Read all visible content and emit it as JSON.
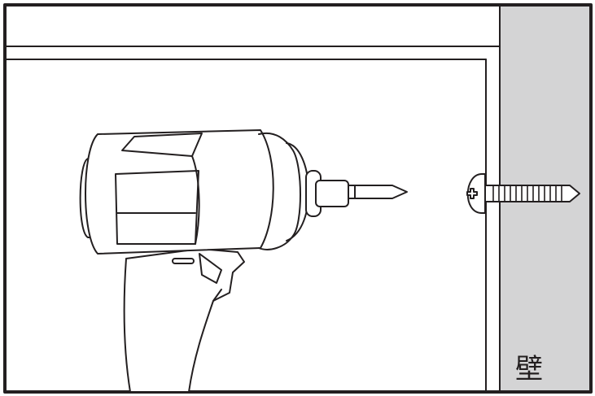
{
  "wall_label": "壁",
  "colors": {
    "line": "#231f20",
    "wall_fill": "#d4d4d5",
    "background": "#ffffff"
  },
  "objects": [
    "cabinet-frame",
    "shelf-board",
    "electric-screwdriver",
    "screw",
    "wall"
  ]
}
